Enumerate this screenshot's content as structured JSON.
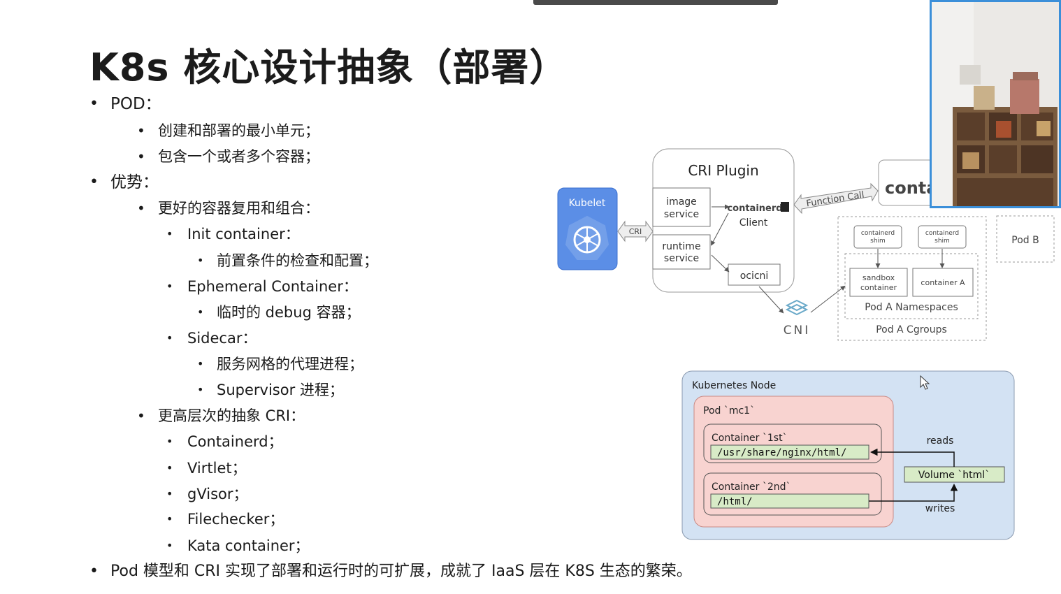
{
  "slide": {
    "title": "K8s 核心设计抽象（部署）",
    "bullets": [
      {
        "level": 1,
        "text": "POD："
      },
      {
        "level": 2,
        "text": "创建和部署的最小单元；"
      },
      {
        "level": 2,
        "text": "包含一个或者多个容器；"
      },
      {
        "level": 1,
        "text": "优势："
      },
      {
        "level": 2,
        "text": "更好的容器复用和组合："
      },
      {
        "level": 3,
        "text": "Init container："
      },
      {
        "level": 4,
        "text": "前置条件的检查和配置；"
      },
      {
        "level": 3,
        "text": "Ephemeral Container："
      },
      {
        "level": 4,
        "text": "临时的 debug 容器；"
      },
      {
        "level": 3,
        "text": "Sidecar："
      },
      {
        "level": 4,
        "text": "服务网格的代理进程；"
      },
      {
        "level": 4,
        "text": "Supervisor 进程；"
      },
      {
        "level": 2,
        "text": "更高层次的抽象 CRI："
      },
      {
        "level": 3,
        "text": "Containerd；"
      },
      {
        "level": 3,
        "text": "Virtlet；"
      },
      {
        "level": 3,
        "text": "gVisor；"
      },
      {
        "level": 3,
        "text": "Filechecker；"
      },
      {
        "level": 3,
        "text": "Kata container；"
      },
      {
        "level": 1,
        "text": "Pod 模型和 CRI 实现了部署和运行时的可扩展，成就了 IaaS 层在 K8S 生态的繁荣。"
      }
    ]
  },
  "cri_diagram": {
    "kubelet_label": "Kubelet",
    "cri_label": "CRI",
    "plugin_title": "CRI Plugin",
    "image_service": [
      "image",
      "service"
    ],
    "runtime_service": [
      "runtime",
      "service"
    ],
    "containerd_client": [
      "containerd",
      "Client"
    ],
    "ocicni": "ocicni",
    "cni": "CNI",
    "function_call": "Function Call",
    "containerd_cut": "conta",
    "shim1": [
      "containerd",
      "shim"
    ],
    "shim2": [
      "containerd",
      "shim"
    ],
    "sandbox": [
      "sandbox",
      "container"
    ],
    "container_a": "container A",
    "pod_ns": "Pod A Namespaces",
    "pod_cg": "Pod A Cgroups",
    "pod_b": "Pod B"
  },
  "node_diagram": {
    "node_label": "Kubernetes Node",
    "pod_label": "Pod `mc1`",
    "c1_label": "Container `1st`",
    "c1_path": "/usr/share/nginx/html/",
    "c2_label": "Container `2nd`",
    "c2_path": "/html/",
    "volume": "Volume `html`",
    "reads": "reads",
    "writes": "writes"
  },
  "colors": {
    "kubelet_blue": "#326ce5",
    "node_bg": "#d3e2f3",
    "pod_bg": "#f8d3d0",
    "path_bg": "#d8ebc7",
    "webcam_border": "#3b8fd9"
  }
}
